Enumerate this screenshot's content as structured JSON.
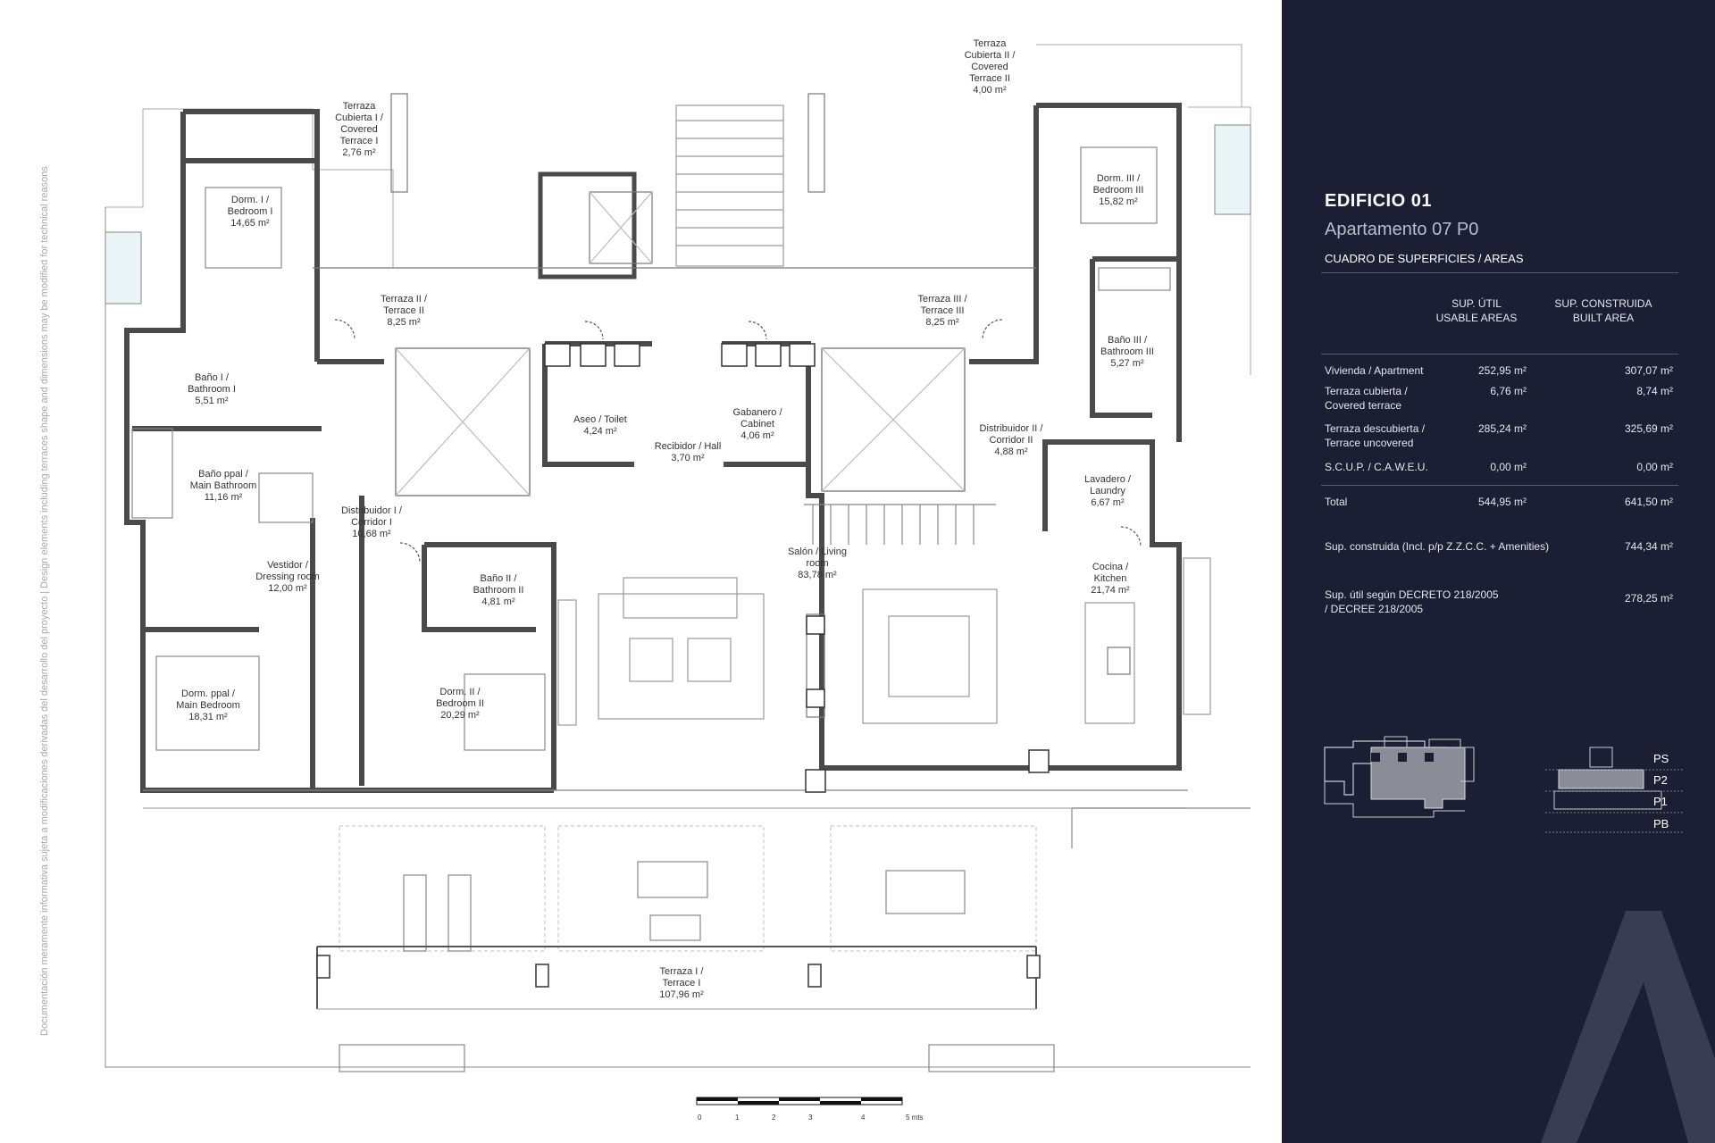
{
  "side_note": "Documentación meramente informativa sujeta a modificaciones derivadas del desarrollo del proyecto | Design elements including terraces shape and dimensions may be modified for technical reasons",
  "rooms": [
    {
      "id": "terraza-cubierta-1",
      "lines": [
        "Terraza",
        "Cubierta I /",
        "Covered",
        "Terrace I"
      ],
      "area": "2,76 m²"
    },
    {
      "id": "terraza-cubierta-2",
      "lines": [
        "Terraza",
        "Cubierta II /",
        "Covered",
        "Terrace II"
      ],
      "area": "4,00 m²"
    },
    {
      "id": "dorm-1",
      "lines": [
        "Dorm. I /",
        "Bedroom I"
      ],
      "area": "14,65 m²"
    },
    {
      "id": "dorm-3",
      "lines": [
        "Dorm. III /",
        "Bedroom III"
      ],
      "area": "15,82 m²"
    },
    {
      "id": "terraza-2",
      "lines": [
        "Terraza II /",
        "Terrace II"
      ],
      "area": "8,25 m²"
    },
    {
      "id": "terraza-3",
      "lines": [
        "Terraza III /",
        "Terrace III"
      ],
      "area": "8,25 m²"
    },
    {
      "id": "bano-3",
      "lines": [
        "Baño III /",
        "Bathroom III"
      ],
      "area": "5,27 m²"
    },
    {
      "id": "bano-1",
      "lines": [
        "Baño I /",
        "Bathroom I"
      ],
      "area": "5,51 m²"
    },
    {
      "id": "aseo",
      "lines": [
        "Aseo / Toilet"
      ],
      "area": "4,24 m²"
    },
    {
      "id": "gabanero",
      "lines": [
        "Gabanero /",
        "Cabinet"
      ],
      "area": "4,06 m²"
    },
    {
      "id": "recibidor",
      "lines": [
        "Recibidor / Hall"
      ],
      "area": "3,70 m²"
    },
    {
      "id": "distribuidor-2",
      "lines": [
        "Distribuidor II /",
        "Corridor II"
      ],
      "area": "4,88 m²"
    },
    {
      "id": "bano-ppal",
      "lines": [
        "Baño ppal /",
        "Main Bathroom"
      ],
      "area": "11,16 m²"
    },
    {
      "id": "lavadero",
      "lines": [
        "Lavadero /",
        "Laundry"
      ],
      "area": "6,67 m²"
    },
    {
      "id": "distribuidor-1",
      "lines": [
        "Distribuidor I /",
        "Corridor I"
      ],
      "area": "10,68 m²"
    },
    {
      "id": "salon",
      "lines": [
        "Salón / Living",
        "room"
      ],
      "area": "83,78 m²"
    },
    {
      "id": "vestidor",
      "lines": [
        "Vestidor /",
        "Dressing room"
      ],
      "area": "12,00 m²"
    },
    {
      "id": "bano-2",
      "lines": [
        "Baño II /",
        "Bathroom II"
      ],
      "area": "4,81 m²"
    },
    {
      "id": "cocina",
      "lines": [
        "Cocina /",
        "Kitchen"
      ],
      "area": "21,74 m²"
    },
    {
      "id": "dorm-ppal",
      "lines": [
        "Dorm. ppal /",
        "Main Bedroom"
      ],
      "area": "18,31 m²"
    },
    {
      "id": "dorm-2",
      "lines": [
        "Dorm. II /",
        "Bedroom II"
      ],
      "area": "20,29 m²"
    },
    {
      "id": "terraza-1",
      "lines": [
        "Terraza I /",
        "Terrace I"
      ],
      "area": "107,96 m²"
    }
  ],
  "scale_bar": {
    "ticks": [
      "0",
      "1",
      "2",
      "3",
      "4",
      "5 mts"
    ]
  },
  "panel": {
    "title": "EDIFICIO 01",
    "subtitle": "Apartamento 07 P0",
    "section": "CUADRO DE SUPERFICIES / AREAS",
    "col1": [
      "SUP. ÚTIL",
      "USABLE AREAS"
    ],
    "col2": [
      "SUP. CONSTRUIDA",
      "BUILT AREA"
    ],
    "rows": [
      {
        "label": [
          "Vivienda / Apartment"
        ],
        "useful": "252,95 m²",
        "built": "307,07 m²"
      },
      {
        "label": [
          "Terraza cubierta /",
          "Covered terrace"
        ],
        "useful": "6,76 m²",
        "built": "8,74 m²"
      },
      {
        "label": [
          "Terraza descubierta /",
          "Terrace uncovered"
        ],
        "useful": "285,24 m²",
        "built": "325,69 m²"
      },
      {
        "label": [
          "S.C.U.P. / C.A.W.E.U."
        ],
        "useful": "0,00 m²",
        "built": "0,00 m²"
      },
      {
        "label": [
          "Total"
        ],
        "useful": "544,95 m²",
        "built": "641,50 m²"
      }
    ],
    "built_incl": {
      "label": "Sup. construida (Incl. p/p Z.Z.C.C. + Amenities)",
      "value": "744,34 m²"
    },
    "useful_decree": {
      "label": [
        "Sup. útil según DECRETO 218/2005",
        "/ DECREE 218/2005"
      ],
      "value": "278,25 m²"
    },
    "levels": [
      "PS",
      "P2",
      "P1",
      "PB"
    ]
  }
}
